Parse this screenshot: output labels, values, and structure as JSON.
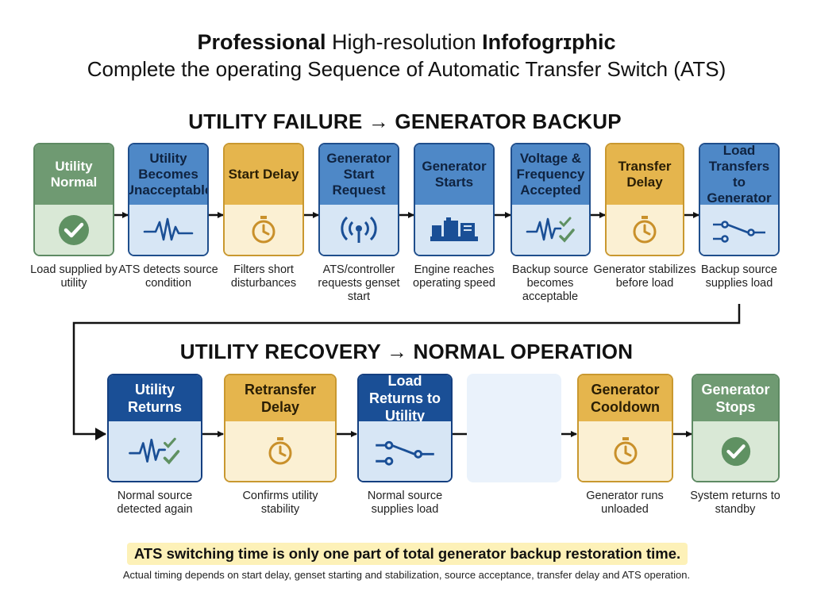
{
  "header": {
    "title_bold_1": "Professional",
    "title_mid": "High-resolution",
    "title_bold_2": "Infofogrɪphic",
    "subtitle": "Complete the operating Sequence of  Automatic Transfer Switch (ATS)"
  },
  "colors": {
    "green": "#6f9a72",
    "blue": "#4e88c7",
    "dark_blue": "#1a4f96",
    "yellow": "#e5b54d"
  },
  "section1": {
    "title": "UTILITY FAILURE → GENERATOR BACKUP",
    "steps": [
      {
        "title": "Utility Normal",
        "desc": "Load supplied by utility",
        "icon": "check-circle-icon",
        "color": "green"
      },
      {
        "title": "Utility Becomes Unacceptable",
        "desc": "ATS detects source condition",
        "icon": "waveform-icon",
        "color": "blue"
      },
      {
        "title": "Start Delay",
        "desc": "Filters short disturbances",
        "icon": "stopwatch-icon",
        "color": "yellow"
      },
      {
        "title": "Generator Start Request",
        "desc": "ATS/controller requests genset start",
        "icon": "signal-icon",
        "color": "blue"
      },
      {
        "title": "Generator Starts",
        "desc": "Engine reaches operating speed",
        "icon": "generator-icon",
        "color": "blue"
      },
      {
        "title": "Voltage & Frequency Accepted",
        "desc": "Backup source becomes acceptable",
        "icon": "waveform-check-icon",
        "color": "blue"
      },
      {
        "title": "Transfer Delay",
        "desc": "Generator stabilizes before load",
        "icon": "stopwatch-icon",
        "color": "yellow"
      },
      {
        "title": "Load Transfers to Generator",
        "desc": "Backup source supplies load",
        "icon": "switch-icon",
        "color": "blue"
      }
    ]
  },
  "section2": {
    "title": "UTILITY RECOVERY → NORMAL OPERATION",
    "steps": [
      {
        "title": "Utility Returns",
        "desc": "Normal source detected again",
        "icon": "waveform-check-icon",
        "color": "dark_blue"
      },
      {
        "title": "Retransfer Delay",
        "desc": "Confirms utility stability",
        "icon": "stopwatch-icon",
        "color": "yellow"
      },
      {
        "title": "Load Returns to Utility",
        "desc": "Normal source supplies load",
        "icon": "switch-icon",
        "color": "dark_blue"
      },
      {
        "title": "Generator Cooldown",
        "desc": "Generator runs unloaded",
        "icon": "stopwatch-icon",
        "color": "yellow"
      },
      {
        "title": "Generator Stops",
        "desc": "System returns to standby",
        "icon": "check-circle-icon",
        "color": "green"
      }
    ]
  },
  "note": "ATS switching time is only one part of total generator backup restoration time.",
  "footnote": "Actual timing depends on start delay, genset starting and stabilization, source acceptance, transfer delay and ATS operation."
}
